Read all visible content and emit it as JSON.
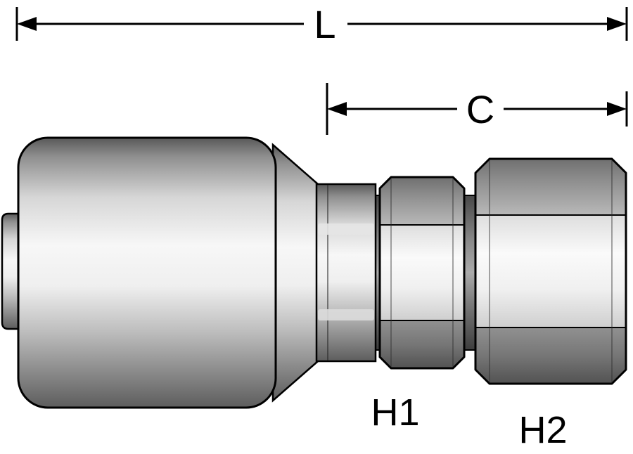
{
  "labels": {
    "dim_l": "L",
    "dim_c": "C",
    "hex1": "H1",
    "hex2": "H2"
  },
  "colors": {
    "line": "#000000",
    "background": "#ffffff",
    "metal_highlight": "#f7f7f7",
    "metal_shadow": "#565656"
  }
}
